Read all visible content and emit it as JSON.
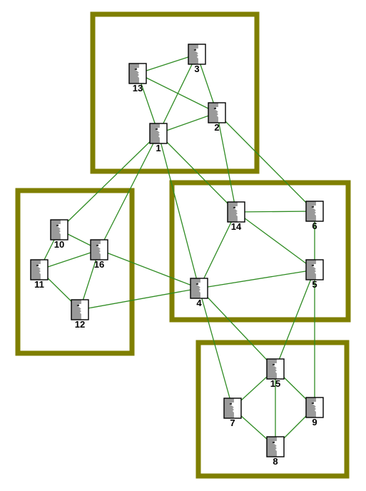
{
  "colors": {
    "group_border": "#7f7f00",
    "edge": "#2e8b22",
    "node_dark": "#9a9a9a",
    "node_light": "#ffffff",
    "node_stroke": "#000000",
    "background": "#ffffff"
  },
  "node_icon": "face-silhouette-icon",
  "nodes": [
    {
      "id": "1",
      "label": "1"
    },
    {
      "id": "2",
      "label": "2"
    },
    {
      "id": "3",
      "label": "3"
    },
    {
      "id": "4",
      "label": "4"
    },
    {
      "id": "5",
      "label": "5"
    },
    {
      "id": "6",
      "label": "6"
    },
    {
      "id": "7",
      "label": "7"
    },
    {
      "id": "8",
      "label": "8"
    },
    {
      "id": "9",
      "label": "9"
    },
    {
      "id": "10",
      "label": "10"
    },
    {
      "id": "11",
      "label": "11"
    },
    {
      "id": "12",
      "label": "12"
    },
    {
      "id": "13",
      "label": "13"
    },
    {
      "id": "14",
      "label": "14"
    },
    {
      "id": "15",
      "label": "15"
    },
    {
      "id": "16",
      "label": "16"
    }
  ],
  "edges": [
    [
      "13",
      "3"
    ],
    [
      "13",
      "2"
    ],
    [
      "13",
      "1"
    ],
    [
      "3",
      "1"
    ],
    [
      "3",
      "2"
    ],
    [
      "2",
      "1"
    ],
    [
      "2",
      "14"
    ],
    [
      "2",
      "6"
    ],
    [
      "1",
      "14"
    ],
    [
      "1",
      "4"
    ],
    [
      "1",
      "10"
    ],
    [
      "1",
      "16"
    ],
    [
      "14",
      "6"
    ],
    [
      "14",
      "5"
    ],
    [
      "14",
      "4"
    ],
    [
      "6",
      "5"
    ],
    [
      "5",
      "4"
    ],
    [
      "5",
      "15"
    ],
    [
      "5",
      "9"
    ],
    [
      "4",
      "16"
    ],
    [
      "4",
      "12"
    ],
    [
      "4",
      "15"
    ],
    [
      "4",
      "7"
    ],
    [
      "10",
      "16"
    ],
    [
      "10",
      "11"
    ],
    [
      "11",
      "16"
    ],
    [
      "11",
      "12"
    ],
    [
      "16",
      "12"
    ],
    [
      "15",
      "7"
    ],
    [
      "15",
      "9"
    ],
    [
      "15",
      "8"
    ],
    [
      "7",
      "8"
    ],
    [
      "9",
      "8"
    ]
  ],
  "groups": [
    {
      "id": "group-top"
    },
    {
      "id": "group-left"
    },
    {
      "id": "group-middle"
    },
    {
      "id": "group-bottom"
    }
  ]
}
